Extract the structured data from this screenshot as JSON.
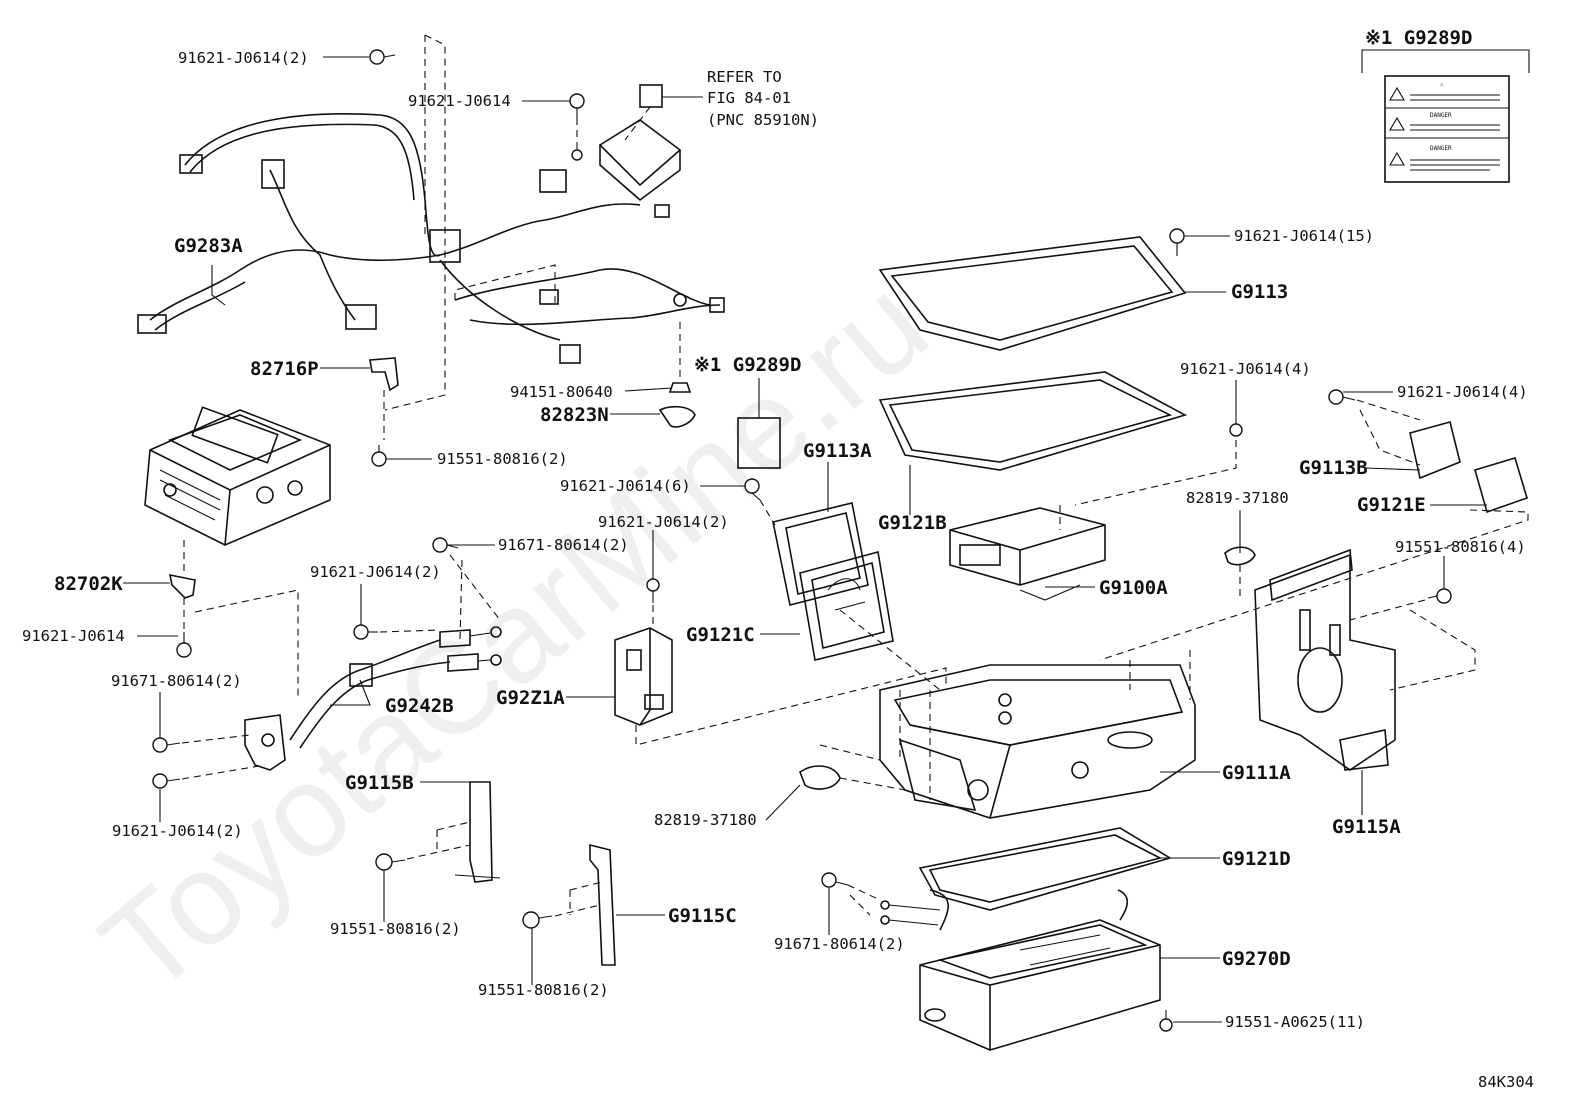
{
  "watermark": "ToyotaCarMine.ru",
  "figure_code": "84K304",
  "labels": {
    "p91621_j0614_2_top": "91621-J0614(2)",
    "p91621_j0614_a": "91621-J0614",
    "refer1": "REFER TO",
    "refer2": "FIG 84-01",
    "refer3": "(PNC 85910N)",
    "g9283a": "G9283A",
    "p82716p": "82716P",
    "p94151": "94151-80640",
    "p82823n": "82823N",
    "mark_g9289d": "※1  G9289D",
    "p91551_2_a": "91551-80816(2)",
    "p82702k": "82702K",
    "p91621_j0614_b": "91621-J0614",
    "p91671_2_a": "91671-80614(2)",
    "p91621_j0614_2_b": "91621-J0614(2)",
    "p91621_j0614_2_c": "91621-J0614(2)",
    "p91671_2_b": "91671-80614(2)",
    "g9242b": "G9242B",
    "p91621_j0614_2_d": "91621-J0614(2)",
    "p91621_j0614_6": "91621-J0614(6)",
    "g9113a": "G9113A",
    "g9121c": "G9121C",
    "g92z1a": "G92Z1A",
    "g9115b": "G9115B",
    "p82819_a": "82819-37180",
    "p91551_2_b": "91551-80816(2)",
    "p91551_2_c": "91551-80816(2)",
    "g9115c": "G9115C",
    "p91671_2_c": "91671-80614(2)",
    "top_right_g9289d": "※1  G9289D",
    "p91621_j0614_15": "91621-J0614(15)",
    "g9113": "G9113",
    "p91621_j0614_4_a": "91621-J0614(4)",
    "p91621_j0614_4_b": "91621-J0614(4)",
    "g9121b": "G9121B",
    "g9113b": "G9113B",
    "g9121e": "G9121E",
    "p82819_b": "82819-37180",
    "g9100a": "G9100A",
    "p91551_4": "91551-80816(4)",
    "g9111a": "G9111A",
    "g9115a": "G9115A",
    "g9121d": "G9121D",
    "g9270d": "G9270D",
    "p91551_a0625": "91551-A0625(11)"
  },
  "warning_label": {
    "rows": [
      "⚠",
      "DANGER",
      "DANGER"
    ]
  }
}
